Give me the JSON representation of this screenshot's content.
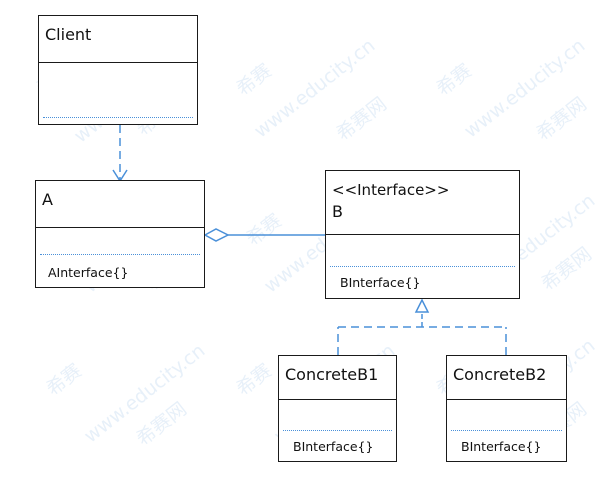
{
  "diagram": {
    "classes": {
      "client": {
        "name": "Client",
        "operation": ""
      },
      "a": {
        "name": "A",
        "operation": "AInterface{}"
      },
      "b": {
        "stereotype": "<<Interface>>",
        "name": "B",
        "operation": "BInterface{}"
      },
      "concrete_b1": {
        "name": "ConcreteB1",
        "operation": "BInterface{}"
      },
      "concrete_b2": {
        "name": "ConcreteB2",
        "operation": "BInterface{}"
      }
    },
    "relations": [
      {
        "from": "Client",
        "to": "A",
        "kind": "dependency"
      },
      {
        "from": "A",
        "to": "B",
        "kind": "aggregation"
      },
      {
        "from": "ConcreteB1",
        "to": "B",
        "kind": "realization"
      },
      {
        "from": "ConcreteB2",
        "to": "B",
        "kind": "realization"
      }
    ],
    "colors": {
      "line": "#4a90d9",
      "border": "#1a1a1a",
      "watermark": "#78aadc"
    }
  },
  "watermark": {
    "brand": "希赛",
    "site": "www.educity.cn",
    "net": "希赛网"
  }
}
